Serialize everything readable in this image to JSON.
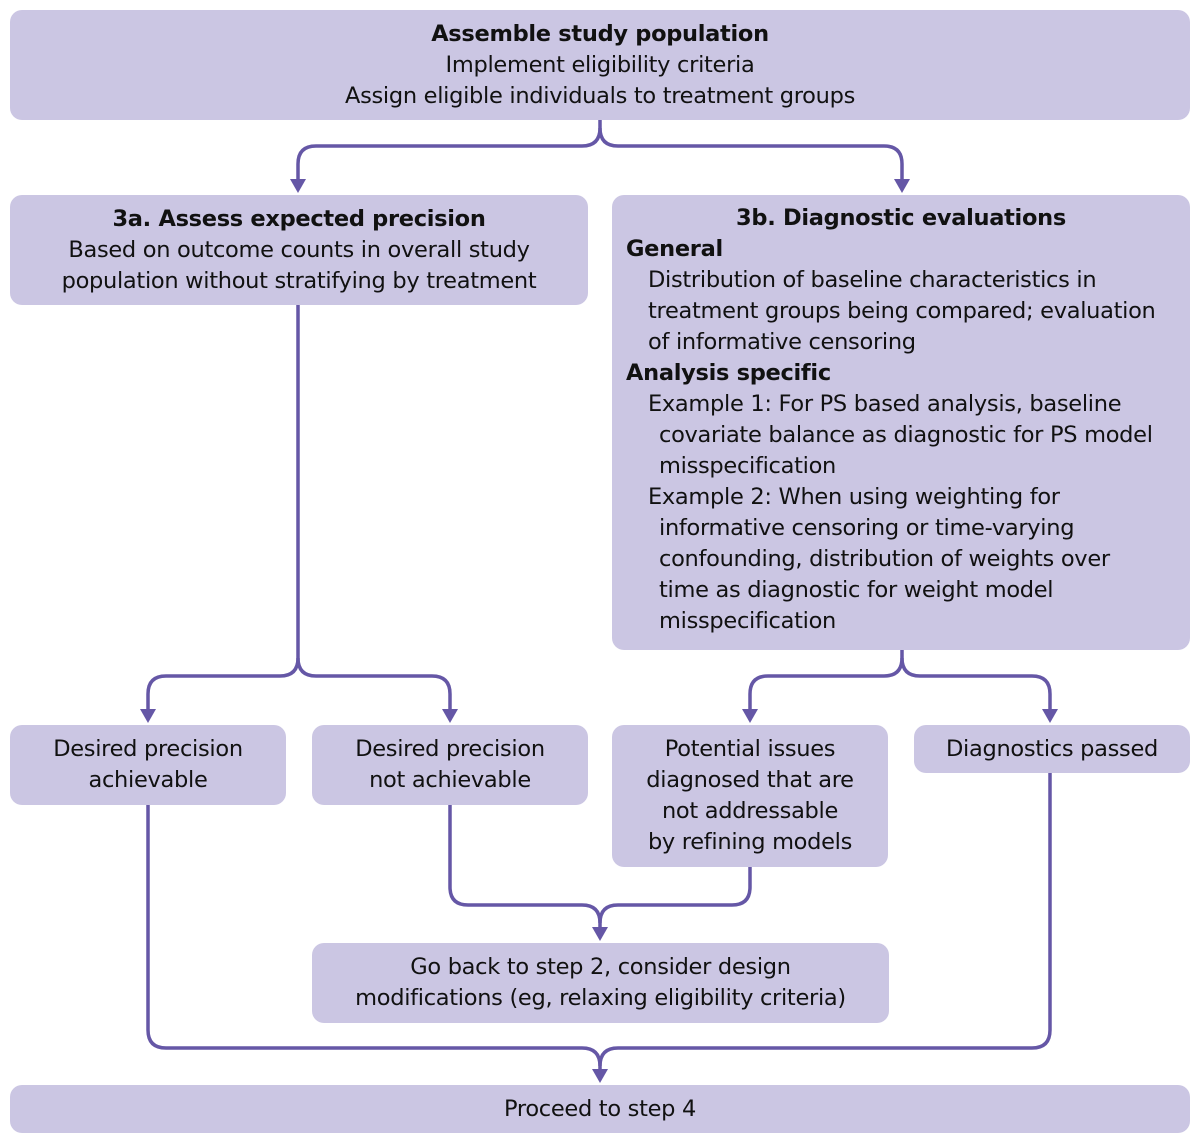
{
  "colors": {
    "box_fill": "#cbc6e3",
    "connector": "#6557a6",
    "text": "#111111"
  },
  "assemble": {
    "title": "Assemble study population",
    "lines": [
      "Implement eligibility criteria",
      "Assign eligible individuals to treatment groups"
    ]
  },
  "step3a": {
    "title": "3a. Assess expected precision",
    "lines": [
      "Based on outcome counts in overall study",
      "population without stratifying by treatment"
    ]
  },
  "step3b": {
    "title": "3b. Diagnostic evaluations",
    "general_heading": "General",
    "general_lines": [
      "Distribution of baseline characteristics in",
      "treatment groups being compared; evaluation",
      "of informative censoring"
    ],
    "analysis_heading": "Analysis specific",
    "example1_first": "Example 1: For PS based analysis, baseline",
    "example1_cont": [
      "covariate balance as diagnostic for PS model",
      "misspecification"
    ],
    "example2_first": "Example 2: When using weighting for",
    "example2_cont": [
      "informative censoring or time-varying",
      "confounding, distribution of weights over",
      "time as diagnostic for weight model",
      "misspecification"
    ]
  },
  "outcomes": {
    "precision_achievable": [
      "Desired precision",
      "achievable"
    ],
    "precision_not_achievable": [
      "Desired precision",
      "not achievable"
    ],
    "issues_not_addressable": [
      "Potential issues",
      "diagnosed that are",
      "not addressable",
      "by refining models"
    ],
    "diagnostics_passed": [
      "Diagnostics passed"
    ]
  },
  "go_back": {
    "lines": [
      "Go back to step 2, consider design",
      "modifications (eg, relaxing eligibility criteria)"
    ]
  },
  "proceed": {
    "label": "Proceed to step 4"
  }
}
